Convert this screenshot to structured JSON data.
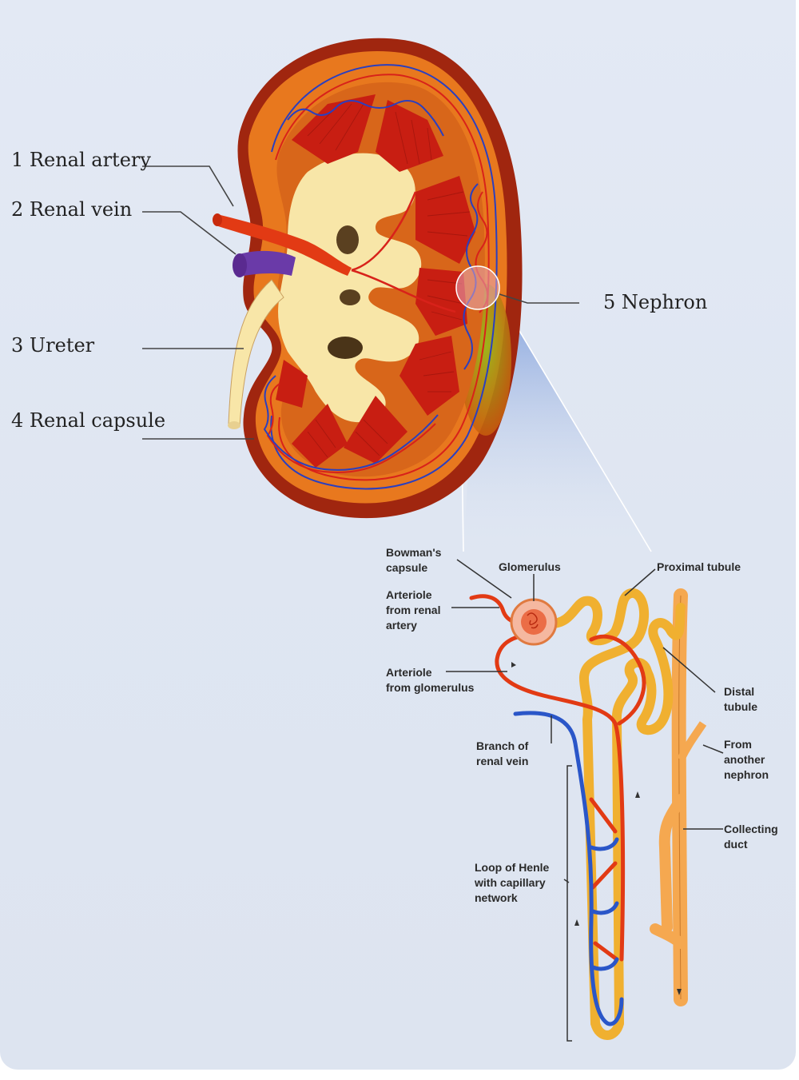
{
  "kidney_callouts": [
    {
      "num": "1",
      "text": "Renal artery"
    },
    {
      "num": "2",
      "text": "Renal vein"
    },
    {
      "num": "3",
      "text": "Ureter"
    },
    {
      "num": "4",
      "text": "Renal capsule"
    },
    {
      "num": "5",
      "text": "Nephron"
    }
  ],
  "nephron_labels": {
    "bowmans_capsule": "Bowman's\ncapsule",
    "glomerulus": "Glomerulus",
    "proximal_tubule": "Proximal tubule",
    "arteriole_renal": "Arteriole\nfrom renal\nartery",
    "arteriole_glomerulus": "Arteriole\nfrom glomerulus",
    "distal_tubule": "Distal\ntubule",
    "branch_vein": "Branch of\nrenal vein",
    "from_another": "From\nanother\nnephron",
    "collecting_duct": "Collecting\nduct",
    "loop_henle": "Loop of Henle\nwith capillary\nnetwork"
  },
  "colors": {
    "cortex": "#e8781e",
    "capsule": "#a0260f",
    "pyramid": "#c81e12",
    "pelvis": "#f8e6a8",
    "artery": "#e23a14",
    "vein": "#2a3fc0",
    "tubule": "#f0b030",
    "duct": "#f5a850"
  }
}
